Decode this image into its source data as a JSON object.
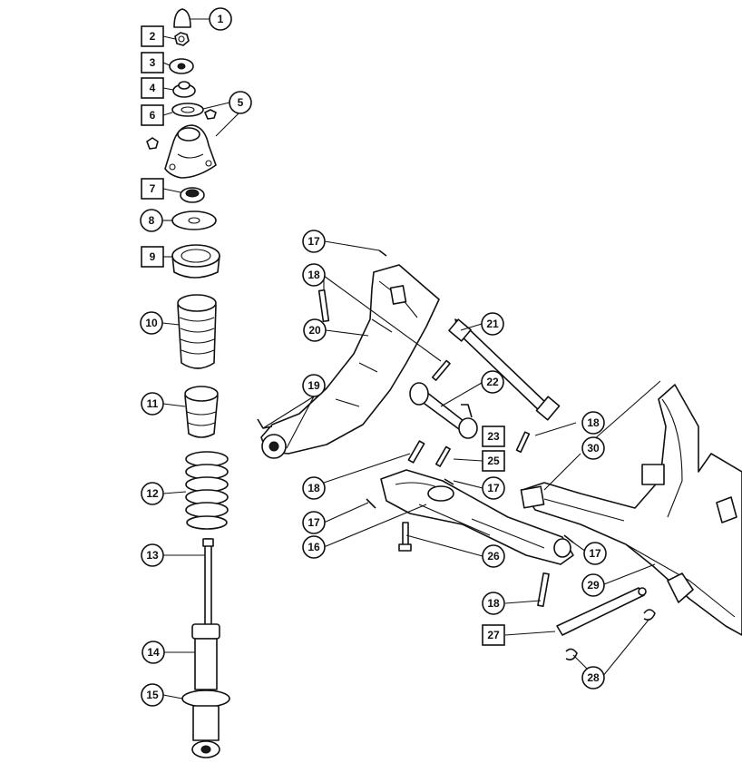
{
  "callouts": [
    {
      "label": "1",
      "shape": "circle"
    },
    {
      "label": "2",
      "shape": "box"
    },
    {
      "label": "3",
      "shape": "box"
    },
    {
      "label": "4",
      "shape": "box"
    },
    {
      "label": "5",
      "shape": "circle"
    },
    {
      "label": "6",
      "shape": "box"
    },
    {
      "label": "7",
      "shape": "box"
    },
    {
      "label": "8",
      "shape": "circle"
    },
    {
      "label": "9",
      "shape": "box"
    },
    {
      "label": "10",
      "shape": "circle"
    },
    {
      "label": "11",
      "shape": "circle"
    },
    {
      "label": "12",
      "shape": "circle"
    },
    {
      "label": "13",
      "shape": "circle"
    },
    {
      "label": "14",
      "shape": "circle"
    },
    {
      "label": "15",
      "shape": "circle"
    },
    {
      "label": "16",
      "shape": "circle"
    },
    {
      "label": "17",
      "shape": "circle"
    },
    {
      "label": "17",
      "shape": "circle"
    },
    {
      "label": "17",
      "shape": "circle"
    },
    {
      "label": "17",
      "shape": "circle"
    },
    {
      "label": "18",
      "shape": "circle"
    },
    {
      "label": "18",
      "shape": "circle"
    },
    {
      "label": "18",
      "shape": "circle"
    },
    {
      "label": "18",
      "shape": "circle"
    },
    {
      "label": "19",
      "shape": "circle"
    },
    {
      "label": "20",
      "shape": "circle"
    },
    {
      "label": "21",
      "shape": "circle"
    },
    {
      "label": "22",
      "shape": "circle"
    },
    {
      "label": "23",
      "shape": "box"
    },
    {
      "label": "25",
      "shape": "box"
    },
    {
      "label": "26",
      "shape": "circle"
    },
    {
      "label": "27",
      "shape": "box"
    },
    {
      "label": "28",
      "shape": "circle"
    },
    {
      "label": "29",
      "shape": "circle"
    },
    {
      "label": "30",
      "shape": "circle"
    }
  ],
  "colors": {
    "line": "#111111",
    "background": "#ffffff"
  }
}
